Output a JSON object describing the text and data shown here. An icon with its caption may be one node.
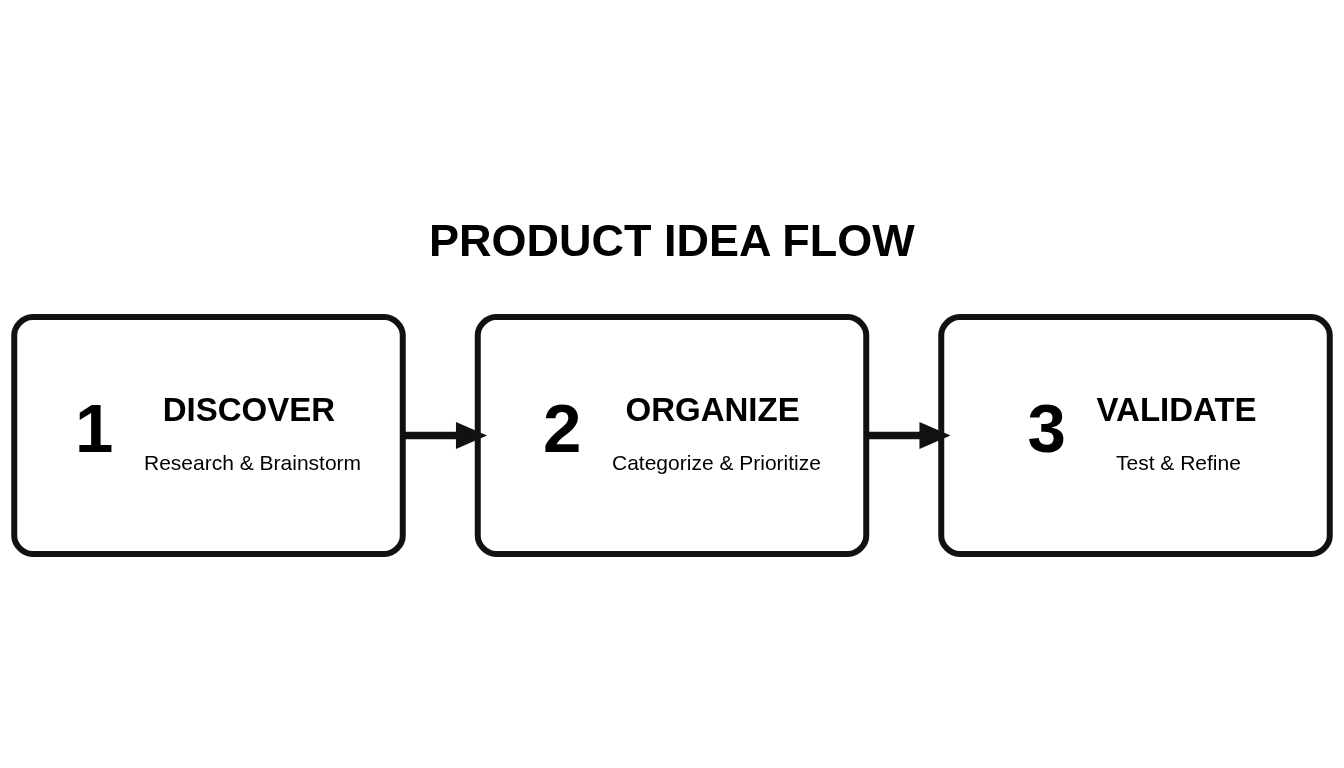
{
  "diagram": {
    "title": "PRODUCT IDEA FLOW",
    "nodes": [
      {
        "text": [
          "1",
          "DISCOVER",
          "Research & Brainstorm"
        ]
      },
      {
        "text": [
          "2",
          "ORGANIZE",
          "Categorize & Prioritize"
        ]
      },
      {
        "text": [
          "3",
          "VALIDATE",
          "Test & Refine"
        ]
      }
    ],
    "edges": [
      {
        "from": 0,
        "to": 1,
        "arrow": "to"
      },
      {
        "from": 1,
        "to": 2,
        "arrow": "to"
      }
    ]
  }
}
